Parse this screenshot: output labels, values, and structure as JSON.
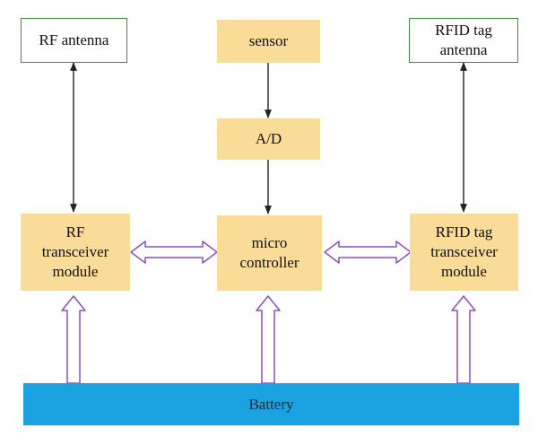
{
  "blocks": {
    "rf_antenna": "RF antenna",
    "sensor": "sensor",
    "rfid_tag_antenna": "RFID tag\nantenna",
    "ad": "A/D",
    "rf_transceiver": "RF\ntransceiver\nmodule",
    "micro_controller": "micro\ncontroller",
    "rfid_tag_transceiver": "RFID tag\ntransceiver\nmodule",
    "battery": "Battery"
  },
  "colors": {
    "block_fill": "#f9dc97",
    "antenna_border": "#3c8a3c",
    "battery_fill": "#1aa3e0",
    "hollow_arrow": "#8b4fc0",
    "line_arrow": "#222222"
  }
}
